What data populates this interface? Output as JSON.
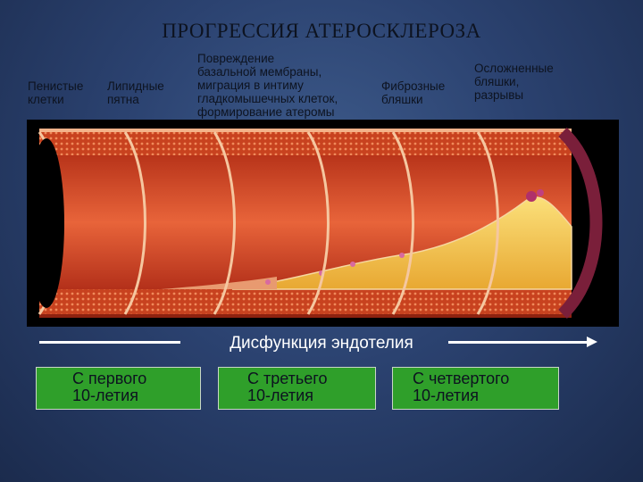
{
  "title": "ПРОГРЕССИЯ АТЕРОСКЛЕРОЗА",
  "stages": [
    {
      "lines": [
        "Пенистые",
        "клетки"
      ]
    },
    {
      "lines": [
        "Липидные",
        "пятна"
      ]
    },
    {
      "lines": [
        "Повреждение",
        "базальной мембраны,",
        "миграция в интиму",
        "гладкомышечных клеток,",
        "формирование атеромы"
      ]
    },
    {
      "lines": [
        "Фиброзные",
        "бляшки"
      ]
    },
    {
      "lines": [
        "Осложненные",
        "бляшки,",
        "разрывы"
      ]
    }
  ],
  "arrow_label": "Дисфункция эндотелия",
  "periods": [
    {
      "lines": [
        "С первого",
        "10-летия"
      ]
    },
    {
      "lines": [
        "С третьего",
        "10-летия"
      ]
    },
    {
      "lines": [
        "С четвертого",
        "10-летия"
      ]
    }
  ],
  "colors": {
    "background": "#2b4270",
    "vessel_wall": "#c83a1e",
    "lumen": "#d9502c",
    "plaque": "#f2c14e",
    "box_green": "#2f9f2a",
    "arrow": "#ffffff"
  }
}
